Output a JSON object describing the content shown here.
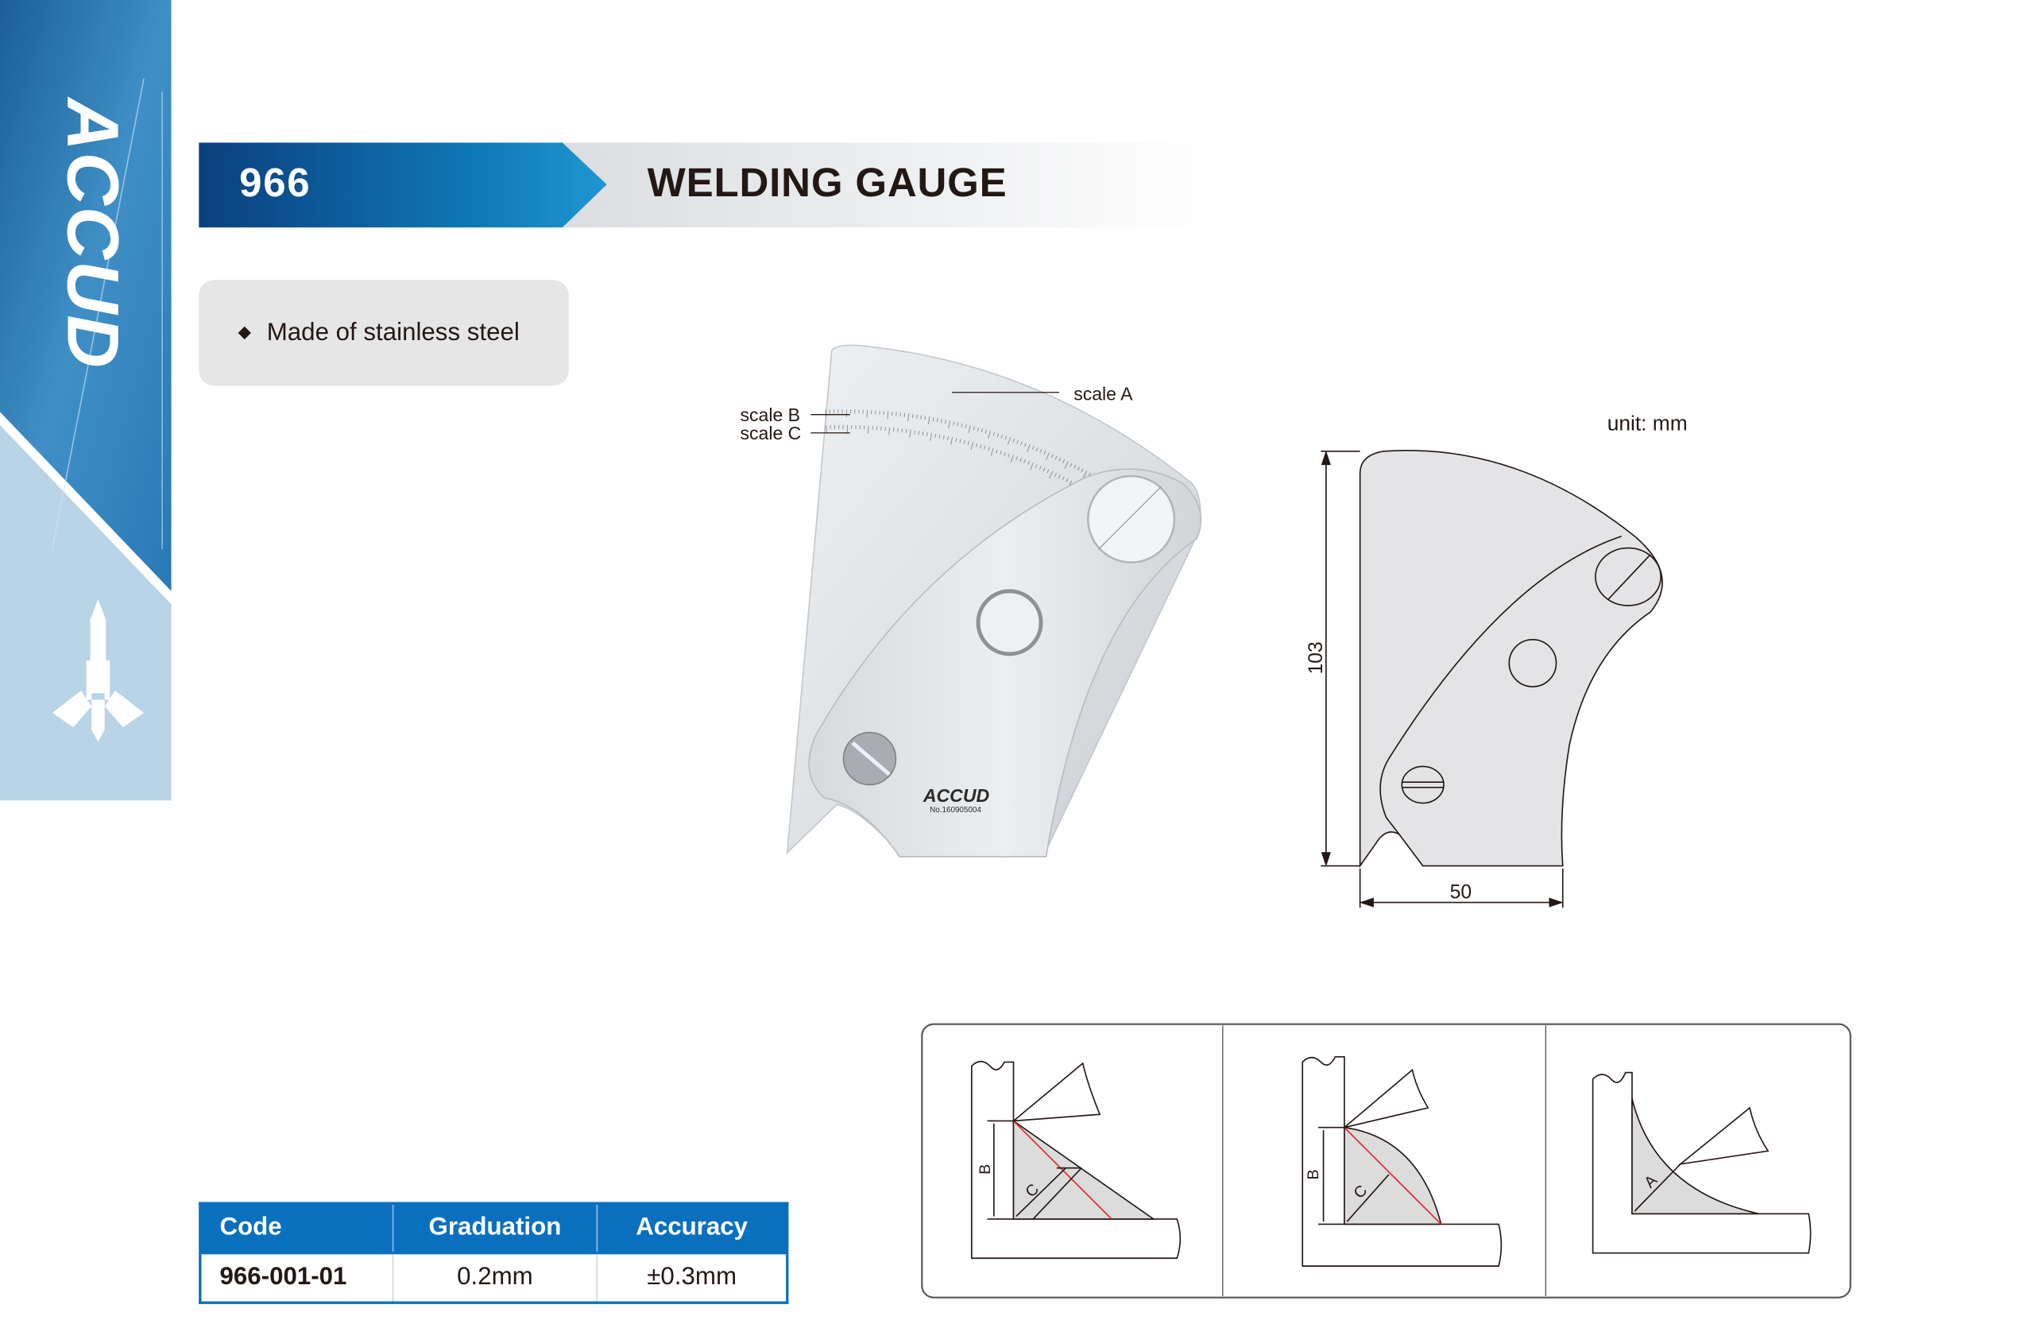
{
  "brand": {
    "logo_text": "ACCUD"
  },
  "header": {
    "model": "966",
    "title": "WELDING GAUGE"
  },
  "features": [
    {
      "bullet_icon": "diamond-icon",
      "text": "Made of stainless steel"
    }
  ],
  "photo": {
    "scale_labels": {
      "a": "scale A",
      "b": "scale B",
      "c": "scale C"
    },
    "engraved_logo": "ACCUD",
    "serial": "No.160905004"
  },
  "drawing": {
    "unit": "unit: mm",
    "height": "103",
    "width": "50"
  },
  "usage_diagrams": [
    {
      "labels": [
        "B",
        "C"
      ]
    },
    {
      "labels": [
        "B",
        "C"
      ]
    },
    {
      "labels": [
        "A"
      ]
    }
  ],
  "spec_table": {
    "headers": [
      "Code",
      "Graduation",
      "Accuracy"
    ],
    "rows": [
      [
        "966-001-01",
        "0.2mm",
        "±0.3mm"
      ]
    ],
    "accent": "#0a70be"
  }
}
